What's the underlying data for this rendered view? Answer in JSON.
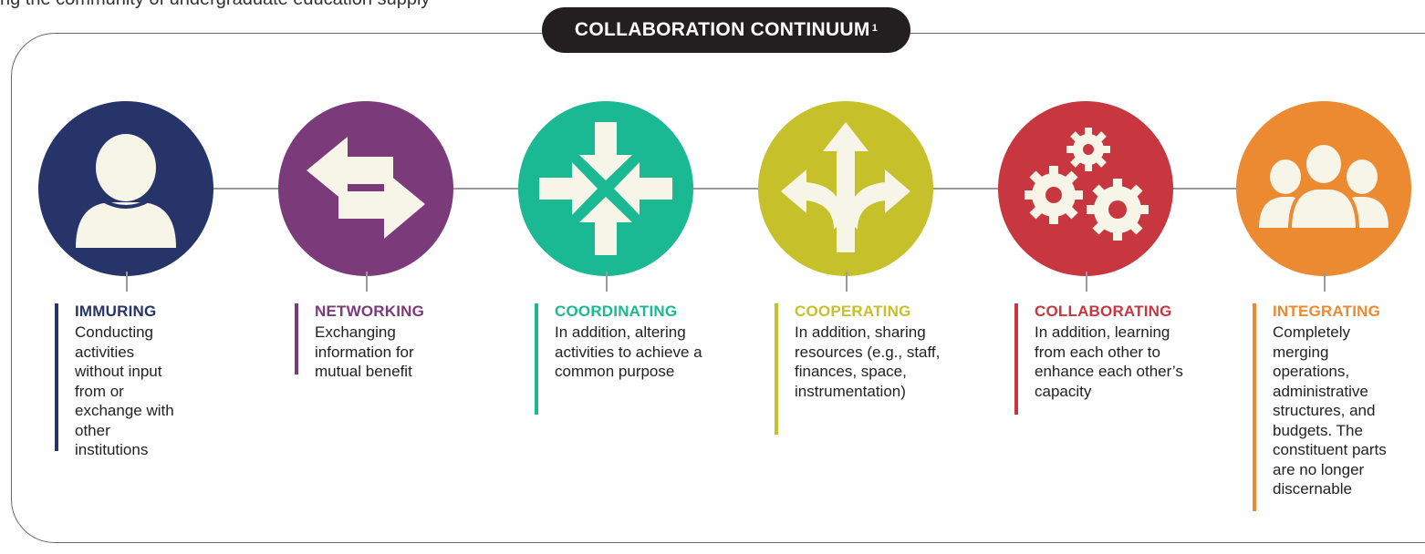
{
  "top_text": "ng the community of undergraduate education supply",
  "title": "COLLABORATION CONTINUUM",
  "title_sup": "1",
  "stages": [
    {
      "label": "IMMURING",
      "color": "#273469",
      "icon": "person-icon",
      "description": "Conducting activities without input from or exchange with other institutions"
    },
    {
      "label": "NETWORKING",
      "color": "#7b3b7b",
      "icon": "exchange-arrows-icon",
      "description": "Exchanging information for mutual benefit"
    },
    {
      "label": "COORDINATING",
      "color": "#1bb894",
      "icon": "converging-arrows-icon",
      "description": "In addition, altering activities to achieve a common purpose"
    },
    {
      "label": "COOPERATING",
      "color": "#c6c12a",
      "icon": "branching-arrows-icon",
      "description": "In addition, sharing resources (e.g., staff, finances, space, instrumentation)"
    },
    {
      "label": "COLLABORATING",
      "color": "#c8373f",
      "icon": "gears-icon",
      "description": "In addition, learning from each other to enhance each other’s capacity"
    },
    {
      "label": "INTEGRATING",
      "color": "#ec8a32",
      "icon": "group-icon",
      "description": "Completely merging operations, administrative structures, and budgets. The constituent parts are no longer discernable"
    }
  ]
}
